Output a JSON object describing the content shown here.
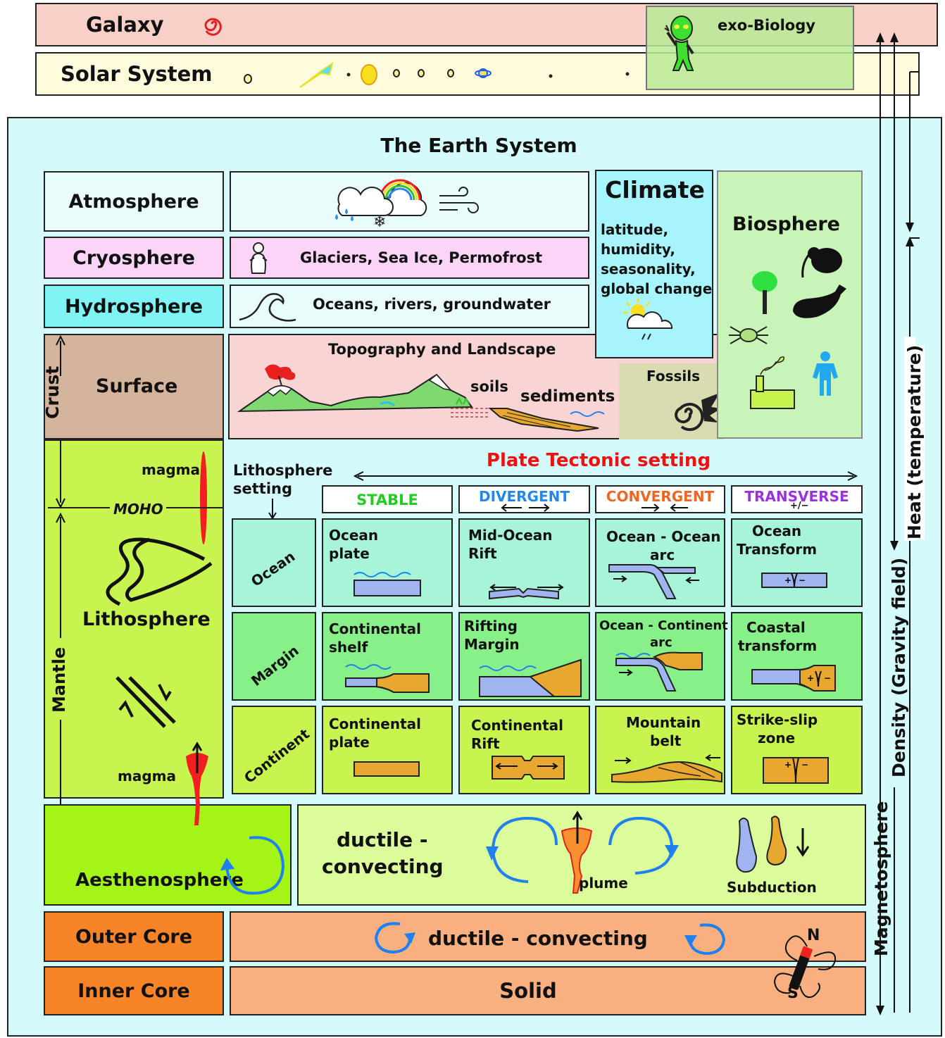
{
  "top": {
    "galaxy": "Galaxy",
    "solar_system": "Solar System",
    "exo_biology": "exo-Biology"
  },
  "earth": {
    "title": "The Earth System",
    "atmosphere": "Atmosphere",
    "cryosphere": "Cryosphere",
    "cryosphere_desc": "Glaciers, Sea Ice, Permofrost",
    "hydrosphere": "Hydrosphere",
    "hydrosphere_desc": "Oceans, rivers, groundwater",
    "surface": "Surface",
    "crust": "Crust",
    "topography": "Topography and Landscape",
    "soils": "soils",
    "sediments": "sediments",
    "fossils": "Fossils",
    "climate": {
      "title": "Climate",
      "lines": [
        "latitude,",
        "humidity,",
        "seasonality,",
        "global change"
      ]
    },
    "biosphere": "Biosphere"
  },
  "lithosphere": {
    "magma_top": "magma",
    "moho": "MOHO",
    "label": "Lithosphere",
    "magma_bottom": "magma",
    "mantle": "Mantle",
    "setting_label": [
      "Lithosphere",
      "setting"
    ],
    "plate_tectonic_title": "Plate Tectonic setting",
    "columns": [
      {
        "label": "STABLE",
        "color": "#22cc22"
      },
      {
        "label": "DIVERGENT",
        "color": "#2288ee"
      },
      {
        "label": "CONVERGENT",
        "color": "#ee6622"
      },
      {
        "label": "TRANSVERSE",
        "color": "#9933dd",
        "sub": "+/−"
      }
    ],
    "rows": [
      {
        "label": "Ocean",
        "cells": [
          [
            "Ocean",
            "plate"
          ],
          [
            "Mid-Ocean",
            "Rift"
          ],
          [
            "Ocean - Ocean",
            "arc"
          ],
          [
            "Ocean",
            "Transform"
          ]
        ]
      },
      {
        "label": "Margin",
        "cells": [
          [
            "Continental",
            "shelf"
          ],
          [
            "Rifting",
            "Margin"
          ],
          [
            "Ocean - Continent",
            "arc"
          ],
          [
            "Coastal",
            "transform"
          ]
        ]
      },
      {
        "label": "Continent",
        "cells": [
          [
            "Continental",
            "plate"
          ],
          [
            "Continental",
            "Rift"
          ],
          [
            "Mountain",
            "belt"
          ],
          [
            "Strike-slip",
            "zone"
          ]
        ]
      }
    ]
  },
  "asthenosphere": {
    "label": "Aesthenosphere",
    "ductile_1": "ductile -",
    "ductile_2": "convecting",
    "plume": "plume",
    "subduction": "Subduction"
  },
  "core": {
    "outer": "Outer Core",
    "outer_desc": "ductile - convecting",
    "inner": "Inner Core",
    "inner_desc": "Solid",
    "n": "N",
    "s": "S"
  },
  "side": {
    "magnetosphere": "Magnetosphere",
    "density": "Density (Gravity field)",
    "heat": "Heat (temperature)"
  },
  "colors": {
    "galaxy": "#f8d0c8",
    "solar": "#fffbdc",
    "exo": "#c8f0a8",
    "earth_bg": "#d4fafc",
    "climate": "#a8f4fc",
    "biosphere": "#c8f4b8",
    "cryo": "#fcd4f8",
    "hydro": "#80f4f4",
    "surface": "#d4b49c",
    "topo": "#f8d4d4",
    "litho": "#c8f450",
    "ocean_cell": "#a8f4d8",
    "margin_cell": "#88f088",
    "continent_cell": "#c8f450",
    "astheno": "#a4f418",
    "ductile": "#dcfc9c",
    "core_dark": "#f88428",
    "core_light": "#f8b080"
  }
}
